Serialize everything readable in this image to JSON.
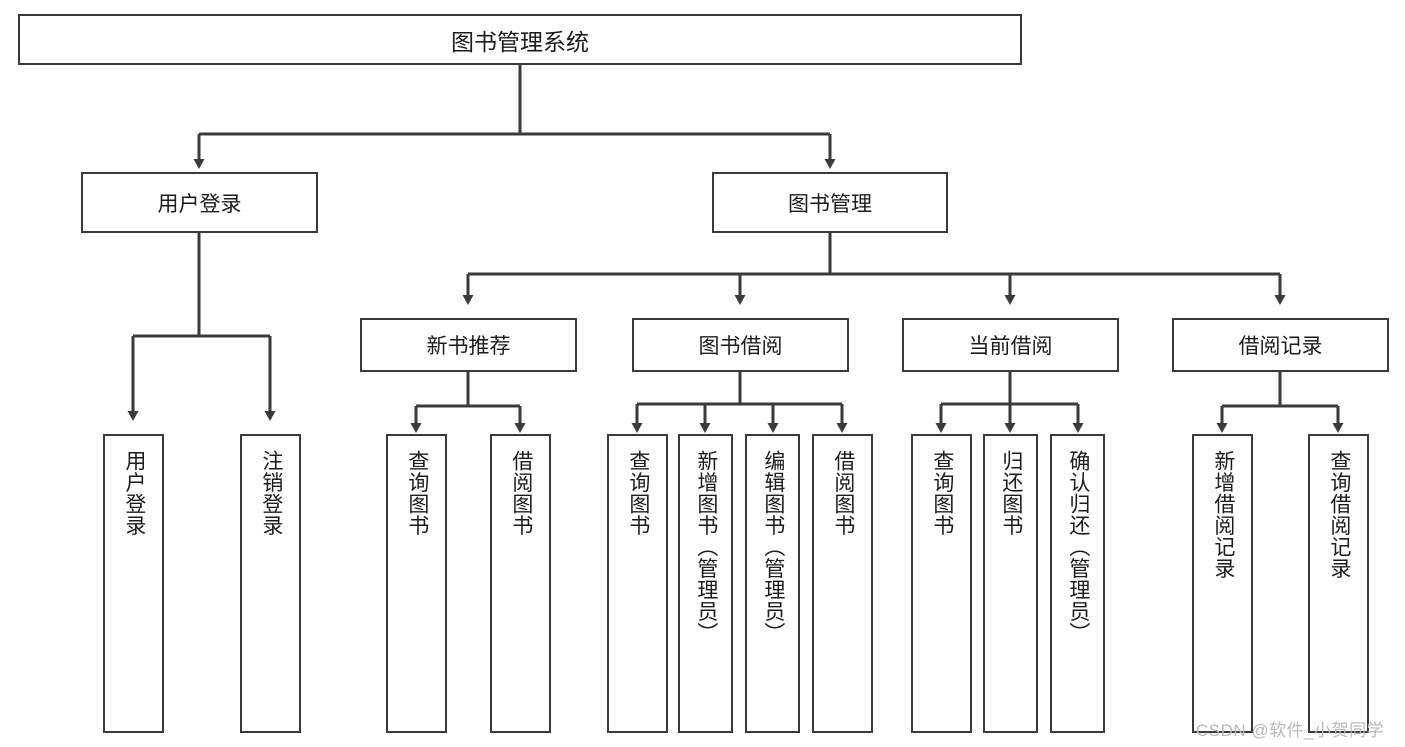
{
  "diagram": {
    "title": "图书管理系统",
    "type": "hierarchy-tree",
    "root": {
      "label": "图书管理系统"
    },
    "level2": [
      {
        "label": "用户登录"
      },
      {
        "label": "图书管理"
      }
    ],
    "level3": [
      {
        "label": "新书推荐",
        "parent": "图书管理"
      },
      {
        "label": "图书借阅",
        "parent": "图书管理"
      },
      {
        "label": "当前借阅",
        "parent": "图书管理"
      },
      {
        "label": "借阅记录",
        "parent": "图书管理"
      }
    ],
    "leaves": [
      {
        "label": "用户登录",
        "parent": "用户登录"
      },
      {
        "label": "注销登录",
        "parent": "用户登录"
      },
      {
        "label": "查询图书",
        "parent": "新书推荐"
      },
      {
        "label": "借阅图书",
        "parent": "新书推荐"
      },
      {
        "label": "查询图书",
        "parent": "图书借阅"
      },
      {
        "label": "新增图书（管理员）",
        "parent": "图书借阅"
      },
      {
        "label": "编辑图书（管理员）",
        "parent": "图书借阅"
      },
      {
        "label": "借阅图书",
        "parent": "图书借阅"
      },
      {
        "label": "查询图书",
        "parent": "当前借阅"
      },
      {
        "label": "归还图书",
        "parent": "当前借阅"
      },
      {
        "label": "确认归还（管理员）",
        "parent": "当前借阅"
      },
      {
        "label": "新增借阅记录",
        "parent": "借阅记录"
      },
      {
        "label": "查询借阅记录",
        "parent": "借阅记录"
      }
    ]
  },
  "watermark": {
    "text": "CSDN @软件_小贺同学"
  },
  "colors": {
    "stroke": "#3a3a3a",
    "background": "#ffffff",
    "text": "#1c1c1c",
    "watermark": "#b9b9b9"
  }
}
